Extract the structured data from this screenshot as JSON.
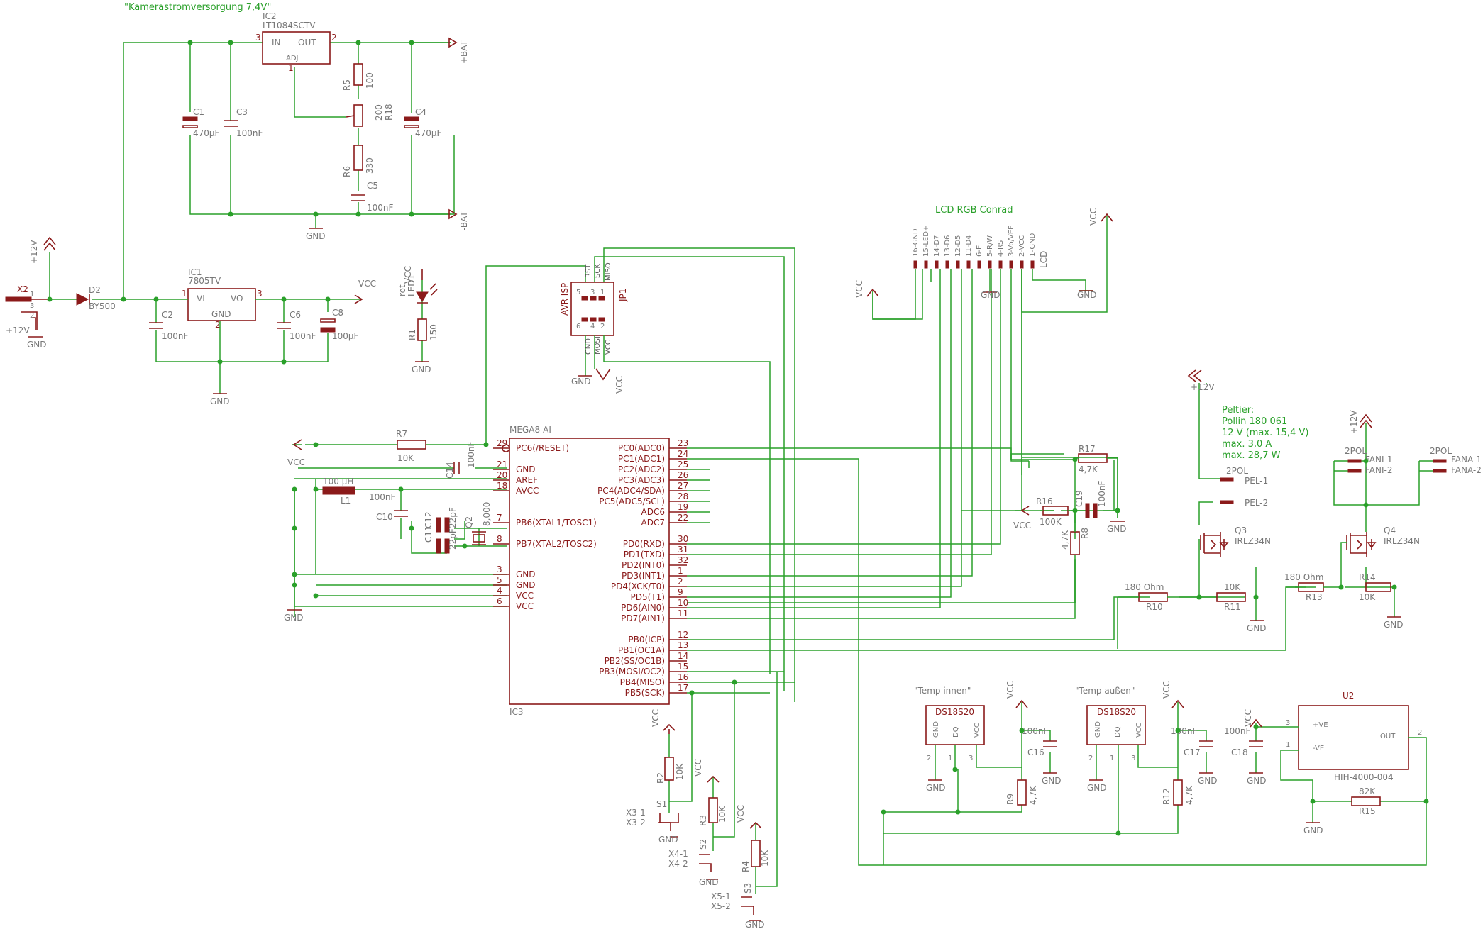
{
  "title": "\"Kamerastromversorgung 7,4V\"",
  "lcd": {
    "title": "LCD RGB Conrad",
    "pins": [
      "16-GND",
      "15-LED+",
      "14-D7",
      "13-D6",
      "12-D5",
      "11-D4",
      "6-E",
      "5-R/W",
      "4-RS",
      "3-Vo/VEE",
      "2-VCC",
      "1-GND"
    ],
    "name": "LCD"
  },
  "peltier": {
    "title": "Peltier:",
    "lines": [
      "Pollin 180 061",
      "12 V (max. 15,4 V)",
      "max. 3,0 A",
      "max. 28,7 W"
    ]
  },
  "mcu": {
    "name": "MEGA8-AI",
    "ref": "IC3",
    "left_pins": [
      {
        "num": "29",
        "name": "PC6(/RESET)"
      },
      {
        "num": "21",
        "name": "GND"
      },
      {
        "num": "20",
        "name": "AREF"
      },
      {
        "num": "18",
        "name": "AVCC"
      },
      {
        "num": "7",
        "name": "PB6(XTAL1/TOSC1)"
      },
      {
        "num": "8",
        "name": "PB7(XTAL2/TOSC2)"
      },
      {
        "num": "3",
        "name": "GND"
      },
      {
        "num": "5",
        "name": "GND"
      },
      {
        "num": "4",
        "name": "VCC"
      },
      {
        "num": "6",
        "name": "VCC"
      }
    ],
    "right_pins": [
      {
        "num": "23",
        "name": "PC0(ADC0)"
      },
      {
        "num": "24",
        "name": "PC1(ADC1)"
      },
      {
        "num": "25",
        "name": "PC2(ADC2)"
      },
      {
        "num": "26",
        "name": "PC3(ADC3)"
      },
      {
        "num": "27",
        "name": "PC4(ADC4/SDA)"
      },
      {
        "num": "28",
        "name": "PC5(ADC5/SCL)"
      },
      {
        "num": "19",
        "name": "ADC6"
      },
      {
        "num": "22",
        "name": "ADC7"
      },
      {
        "num": "30",
        "name": "PD0(RXD)"
      },
      {
        "num": "31",
        "name": "PD1(TXD)"
      },
      {
        "num": "32",
        "name": "PD2(INT0)"
      },
      {
        "num": "1",
        "name": "PD3(INT1)"
      },
      {
        "num": "2",
        "name": "PD4(XCK/T0)"
      },
      {
        "num": "9",
        "name": "PD5(T1)"
      },
      {
        "num": "10",
        "name": "PD6(AIN0)"
      },
      {
        "num": "11",
        "name": "PD7(AIN1)"
      },
      {
        "num": "12",
        "name": "PB0(ICP)"
      },
      {
        "num": "13",
        "name": "PB1(OC1A)"
      },
      {
        "num": "14",
        "name": "PB2(SS/OC1B)"
      },
      {
        "num": "15",
        "name": "PB3(MOSI/OC2)"
      },
      {
        "num": "16",
        "name": "PB4(MISO)"
      },
      {
        "num": "17",
        "name": "PB5(SCK)"
      }
    ]
  },
  "ic2": {
    "ref": "IC2",
    "value": "LT1084SCTV",
    "pin_in": "IN",
    "pin_out": "OUT",
    "pin_adj": "ADJ",
    "p3": "3",
    "p2": "2",
    "p1": "1"
  },
  "ic1": {
    "ref": "IC1",
    "value": "7805TV",
    "pin_vi": "VI",
    "pin_vo": "VO",
    "pin_gnd": "GND",
    "p1": "1",
    "p3": "3",
    "p2": "2"
  },
  "isp": {
    "ref": "AVR ISP",
    "name": "JP1",
    "top": [
      "RST",
      "SCK",
      "MISO"
    ],
    "bottom": [
      "GND",
      "MOSI",
      "VCC"
    ],
    "nums": [
      "5",
      "3",
      "1",
      "6",
      "4",
      "2"
    ]
  },
  "sensor_in": {
    "label": "\"Temp innen\"",
    "ref": "DS18S20",
    "pins": [
      "GND",
      "DQ",
      "VCC"
    ],
    "nums": [
      "2",
      "1",
      "3"
    ]
  },
  "sensor_out": {
    "label": "\"Temp außen\"",
    "ref": "DS18S20",
    "pins": [
      "GND",
      "DQ",
      "VCC"
    ],
    "nums": [
      "2",
      "1",
      "3"
    ]
  },
  "u2": {
    "ref": "U2",
    "value": "HIH-4000-004",
    "pin_pos": "+VE",
    "pin_neg": "-VE",
    "pin_out": "OUT",
    "n3": "3",
    "n1": "1",
    "n2": "2"
  },
  "parts": {
    "x2": "X2",
    "x2_pins": [
      "1",
      "2",
      "3"
    ],
    "x2_12v": "+12V",
    "d2": "D2",
    "d2v": "BY500",
    "c1": "C1",
    "c1v": "470µF",
    "c3": "C3",
    "c3v": "100nF",
    "c4": "C4",
    "c4v": "470µF",
    "c5": "C5",
    "c5v": "100nF",
    "r5": "R5",
    "r5v": "100",
    "r18": "R18",
    "r18v": "200",
    "r6": "R6",
    "r6v": "330",
    "c2": "C2",
    "c2v": "100nF",
    "c6": "C6",
    "c6v": "100nF",
    "c8": "C8",
    "c8v": "100µF",
    "led": "LED1",
    "ledv": "rot",
    "r1": "R1",
    "r1v": "150",
    "r7": "R7",
    "r7v": "10K",
    "c14": "C14",
    "c14v": "100nF",
    "l1": "L1",
    "l1v": "100 µH",
    "c10": "C10",
    "c10v": "100nF",
    "c11": "C11",
    "c11v": "22pF",
    "c12": "C12",
    "c12v": "22pF",
    "q2": "Q2",
    "q2v": "8,000",
    "r17": "R17",
    "r17v": "4,7K",
    "r16": "R16",
    "r16v": "100K",
    "c19": "C19",
    "c19v": "100nF",
    "r8": "R8",
    "r8v": "4,7K",
    "q3": "Q3",
    "q3v": "IRLZ34N",
    "q4": "Q4",
    "q4v": "IRLZ34N",
    "r10": "R10",
    "r10v": "180 Ohm",
    "r11": "R11",
    "r11v": "10K",
    "r13": "R13",
    "r13v": "180 Ohm",
    "r14": "R14",
    "r14v": "10K",
    "pel": "2POL",
    "pel1": "PEL-1",
    "pel2": "PEL-2",
    "fani": "2POL",
    "fani1": "FANI-1",
    "fani2": "FANI-2",
    "fana": "2POL",
    "fana1": "FANA-1",
    "fana2": "FANA-2",
    "c16": "C16",
    "c16v": "100nF",
    "c17": "C17",
    "c17v": "100nF",
    "c18": "C18",
    "c18v": "100nF",
    "r9": "R9",
    "r9v": "4,7K",
    "r12": "R12",
    "r12v": "4,7K",
    "r15": "R15",
    "r15v": "82K",
    "r2": "R2",
    "r2v": "10K",
    "r3": "R3",
    "r3v": "10K",
    "r4": "R4",
    "r4v": "10K",
    "s1": "S1",
    "s1a": "X3-1",
    "s1b": "X3-2",
    "s2": "S2",
    "s2a": "X4-1",
    "s2b": "X4-2",
    "s3": "S3",
    "s3a": "X5-1",
    "s3b": "X5-2"
  },
  "power": {
    "gnd": "GND",
    "vcc": "VCC",
    "p12": "+12V",
    "bat_pos": "+BAT",
    "bat_neg": "-BAT"
  }
}
